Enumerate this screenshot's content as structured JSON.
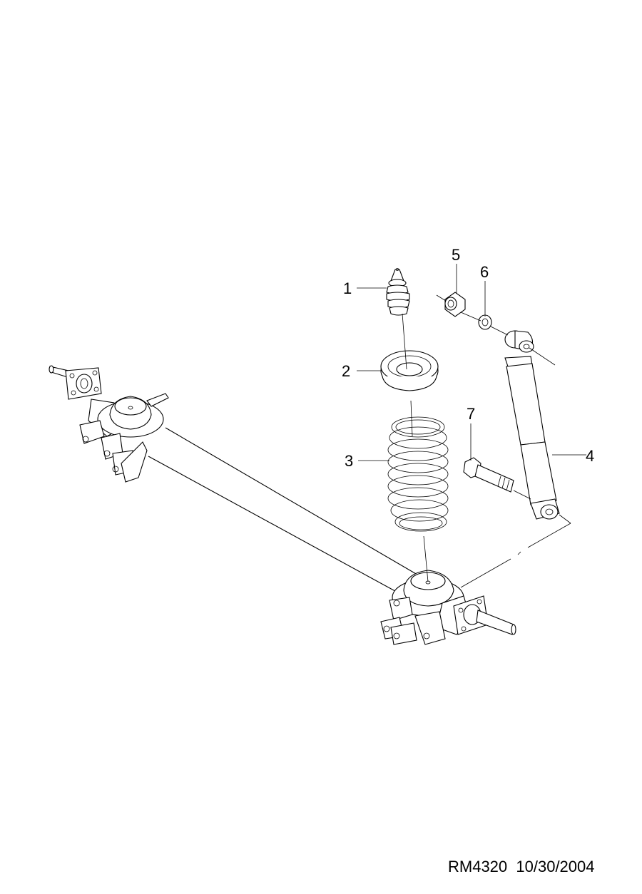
{
  "callouts": {
    "c1": "1",
    "c2": "2",
    "c3": "3",
    "c4": "4",
    "c5": "5",
    "c6": "6",
    "c7": "7"
  },
  "footer": {
    "drawing_id": "RM4320",
    "date": "10/30/2004"
  },
  "colors": {
    "line": "#000000",
    "background": "#ffffff"
  }
}
